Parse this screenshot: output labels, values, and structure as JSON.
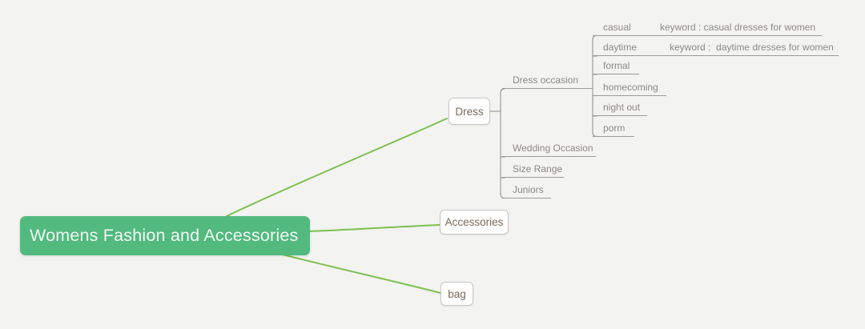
{
  "mindmap": {
    "root": {
      "label": "Womens Fashion and Accessories"
    },
    "children": [
      {
        "label": "Dress",
        "children": [
          {
            "label": "Dress occasion",
            "children": [
              {
                "label": "casual",
                "note": "keyword : casual dresses for women"
              },
              {
                "label": "daytime",
                "note": "keyword :  daytime dresses for women"
              },
              {
                "label": "formal"
              },
              {
                "label": "homecoming"
              },
              {
                "label": "night out"
              },
              {
                "label": "porm"
              }
            ]
          },
          {
            "label": "Wedding Occasion"
          },
          {
            "label": "Size Range"
          },
          {
            "label": "Juniors"
          }
        ]
      },
      {
        "label": "Accessories"
      },
      {
        "label": "bag"
      }
    ]
  },
  "colors": {
    "background": "#f3f3f1",
    "root_fill": "#52ba7f",
    "root_text": "#f2f8f4",
    "branch_line": "#7cc14e",
    "connector_line": "#9b9b99",
    "box_fill": "#fefefe",
    "box_border": "#c9c7c5",
    "box_text": "#7d695a",
    "label_text": "#8c8a88"
  }
}
